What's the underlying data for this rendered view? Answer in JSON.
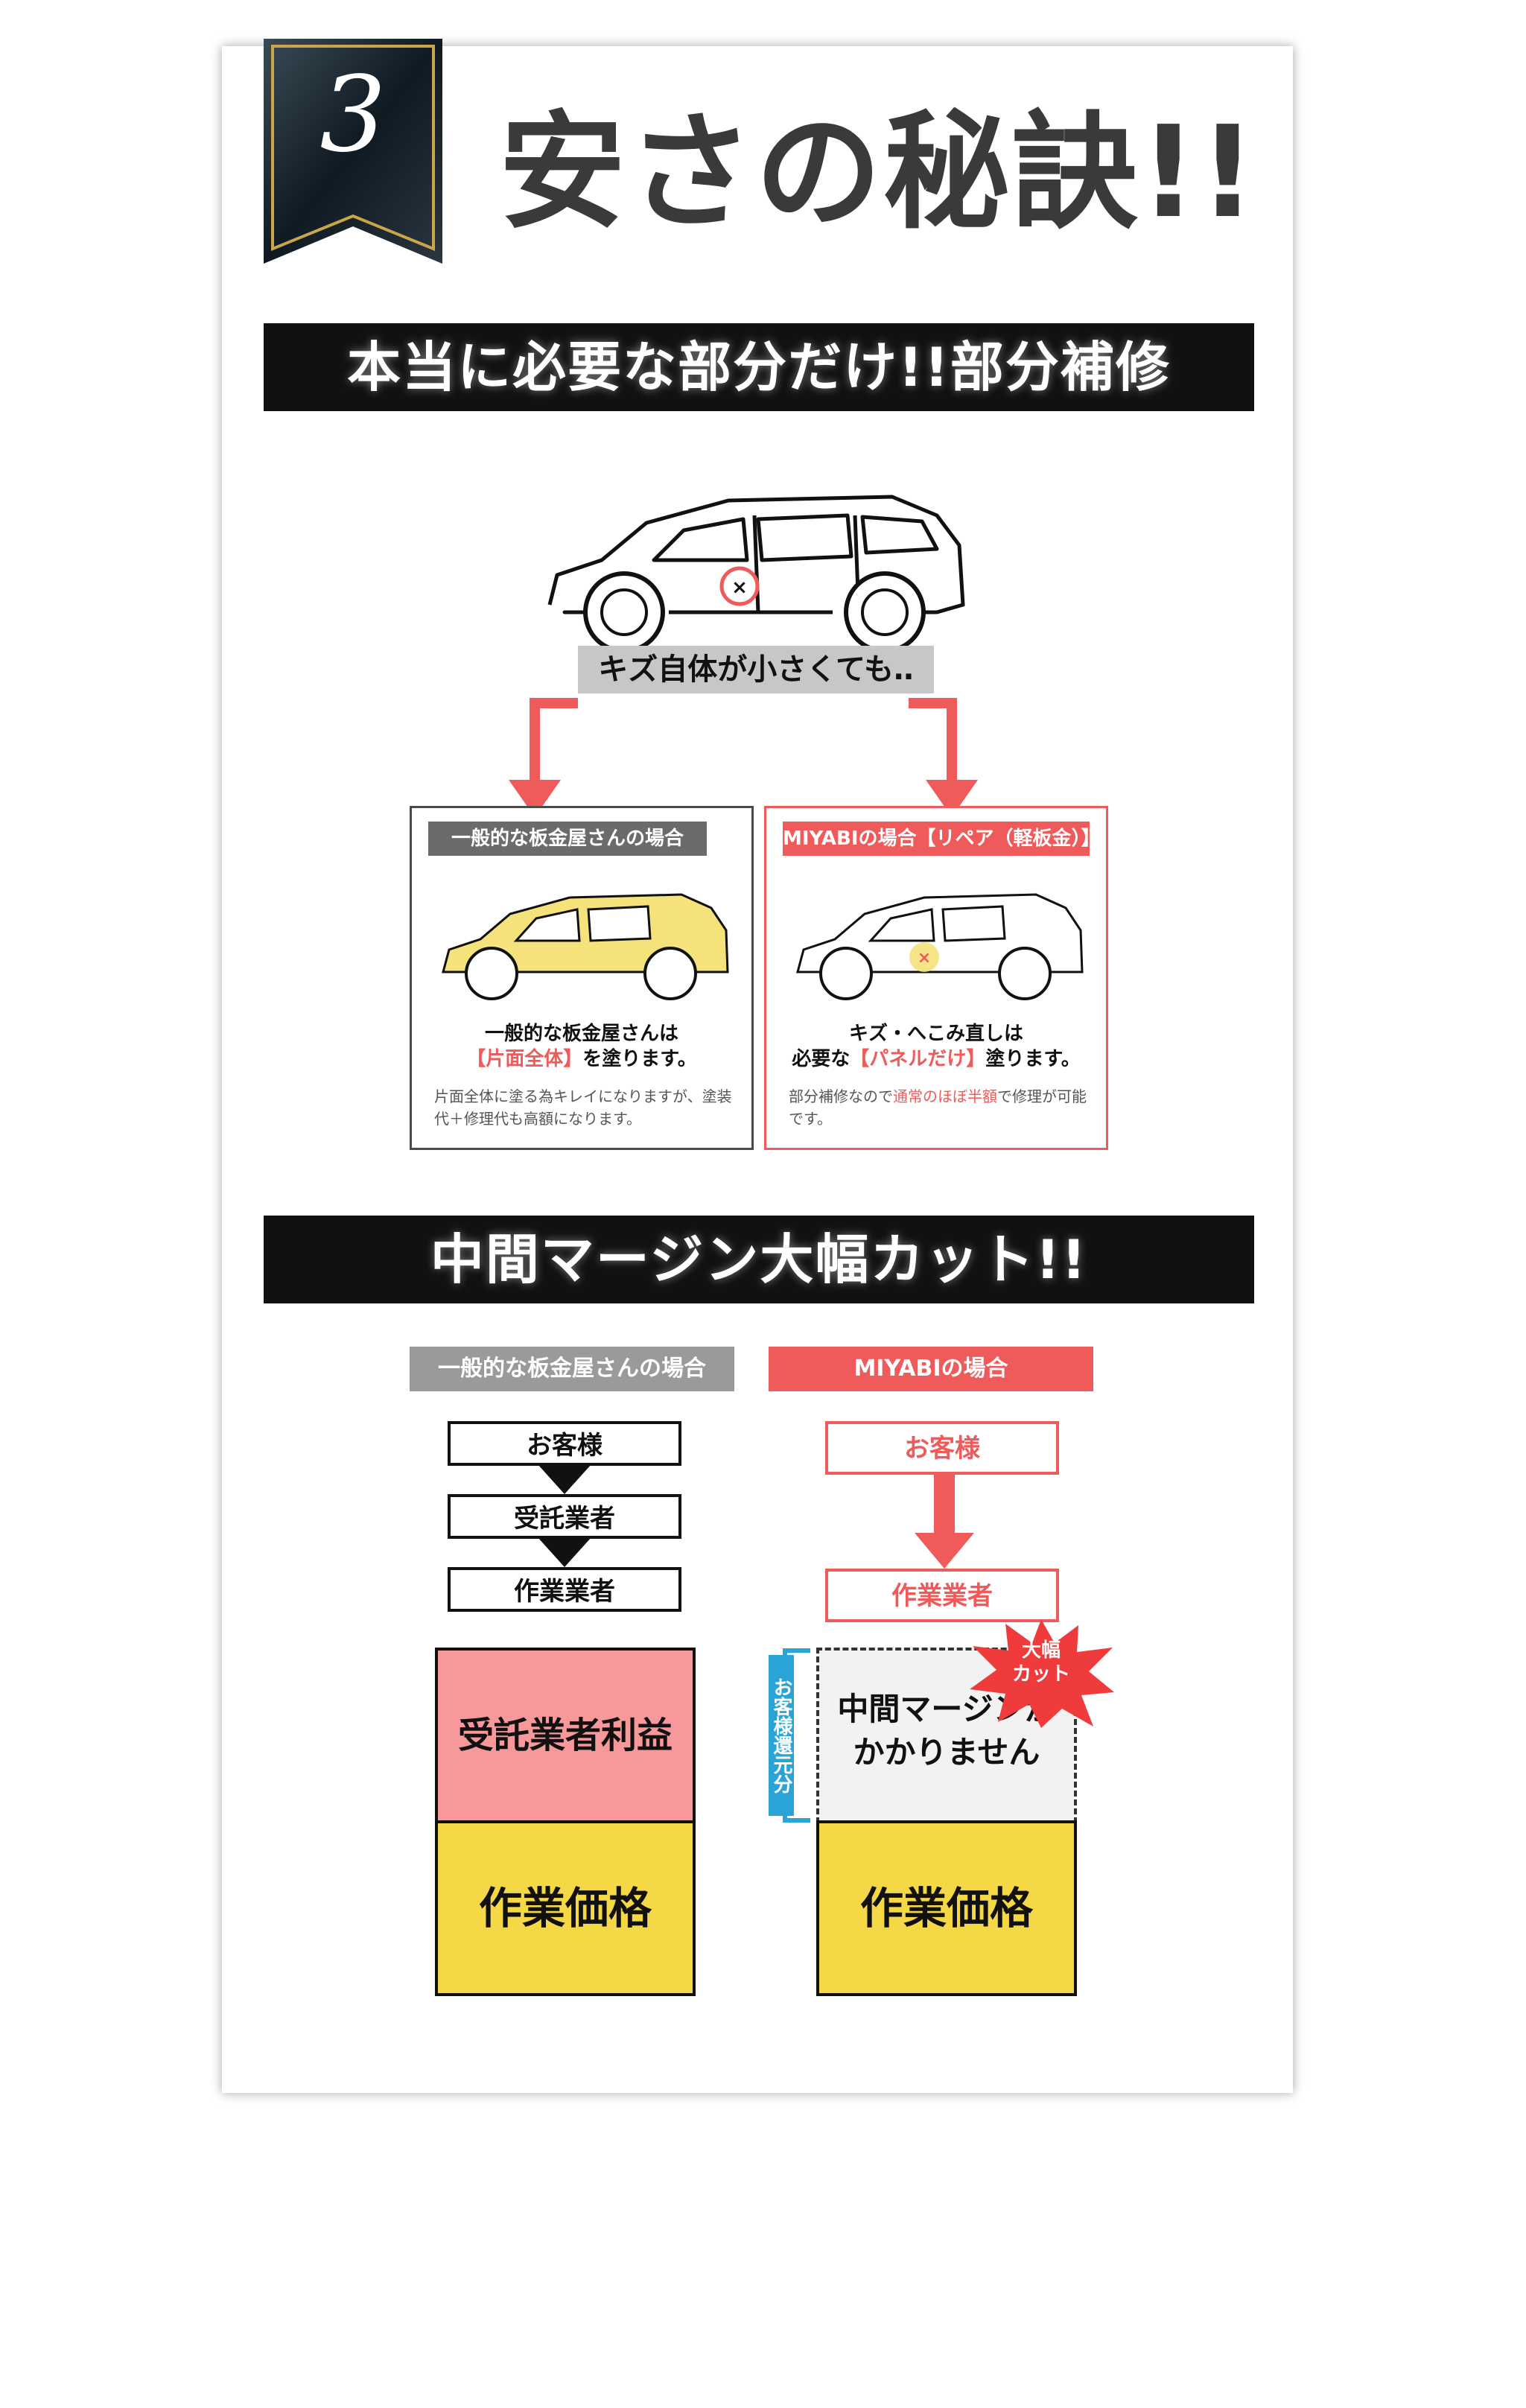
{
  "badge": {
    "number": "3"
  },
  "heading": "安さの秘訣!!",
  "banner1": "本当に必要な部分だけ!!部分補修",
  "scratch_label": "キズ自体が小さくても‥",
  "left_box": {
    "tag": "一般的な板金屋さんの場合",
    "line1": "一般的な板金屋さんは",
    "line2_red": "【片面全体】",
    "line2_rest": "を塗ります。",
    "note": "片面全体に塗る為キレイになりますが、塗装代＋修理代も高額になります。"
  },
  "right_box": {
    "tag": "MIYABIの場合【リペア（軽板金）】",
    "line1": "キズ・へこみ直しは",
    "line2_pre": "必要な",
    "line2_red": "【パネルだけ】",
    "line2_rest": "塗ります。",
    "note_pre": "部分補修なので",
    "note_red": "通常のほぼ半額",
    "note_post": "で修理が可能です。"
  },
  "banner2": "中間マージン大幅カット!!",
  "compare": {
    "left_tag": "一般的な板金屋さんの場合",
    "right_tag": "MIYABIの場合",
    "left_flow": [
      "お客様",
      "受託業者",
      "作業業者"
    ],
    "right_flow": [
      "お客様",
      "作業業者"
    ],
    "left_profit": "受託業者利益",
    "left_price": "作業価格",
    "right_margin_line1": "中間マージンが",
    "right_margin_line2": "かかりません",
    "right_price": "作業価格",
    "bracket_label": "お客様還元分",
    "burst_line1": "大幅",
    "burst_line2": "カット"
  },
  "colors": {
    "accent_red": "#ef5a5a",
    "yellow": "#f5d845",
    "pink": "#f7999a",
    "banner_black": "#111111",
    "label_blue": "#2aa3d6"
  }
}
